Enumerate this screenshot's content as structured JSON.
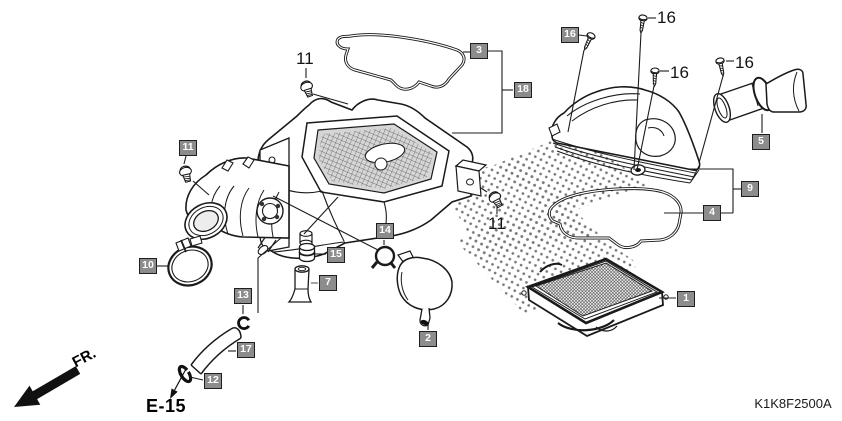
{
  "diagram": {
    "code": "K1K8F2500A",
    "view_ref": "E-15",
    "front_marker": "FR.",
    "boxed_labels": [
      "3",
      "18",
      "16",
      "5",
      "9",
      "4",
      "1",
      "11",
      "10",
      "14",
      "15",
      "7",
      "13",
      "2",
      "17",
      "12"
    ],
    "plain_labels": [
      "11",
      "11",
      "16",
      "16",
      "16"
    ],
    "colors": {
      "line": "#1a1a1a",
      "label_box_bg": "#8c8c8c",
      "label_box_border": "#1f1f1f",
      "label_box_text": "#ffffff",
      "halftone_dot": "#7a7a7a",
      "background": "#ffffff"
    }
  }
}
